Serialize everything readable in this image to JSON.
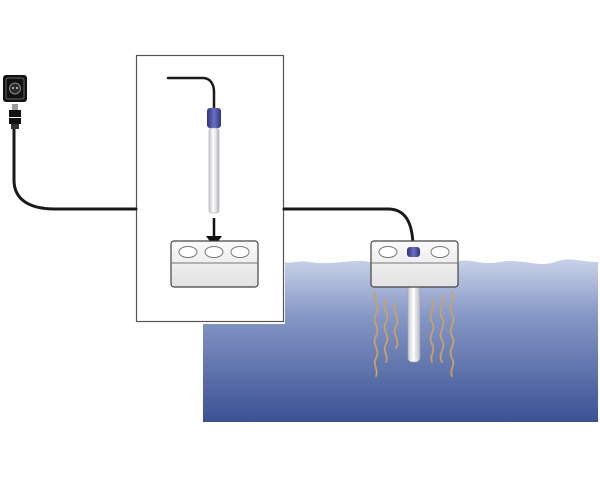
{
  "diagram": {
    "elements": [
      {
        "name": "wall-outlet",
        "icon": "power-outlet-icon"
      },
      {
        "name": "power-plug",
        "icon": "plug-icon"
      },
      {
        "name": "power-cable"
      },
      {
        "name": "inset-panel"
      },
      {
        "name": "heater-probe",
        "icon": "heater-icon"
      },
      {
        "name": "insert-arrow",
        "icon": "arrow-down-icon"
      },
      {
        "name": "float-holder"
      },
      {
        "name": "water-tank"
      },
      {
        "name": "heat-waves",
        "icon": "heat-wave-icon"
      }
    ],
    "colors": {
      "water_top": "#c4cfe6",
      "water_bottom": "#3d5496",
      "probe_cap": "#4a4fa0",
      "heat_wave": "#c9a066",
      "cable": "#1a1a1a",
      "panel_border": "#555555"
    }
  }
}
